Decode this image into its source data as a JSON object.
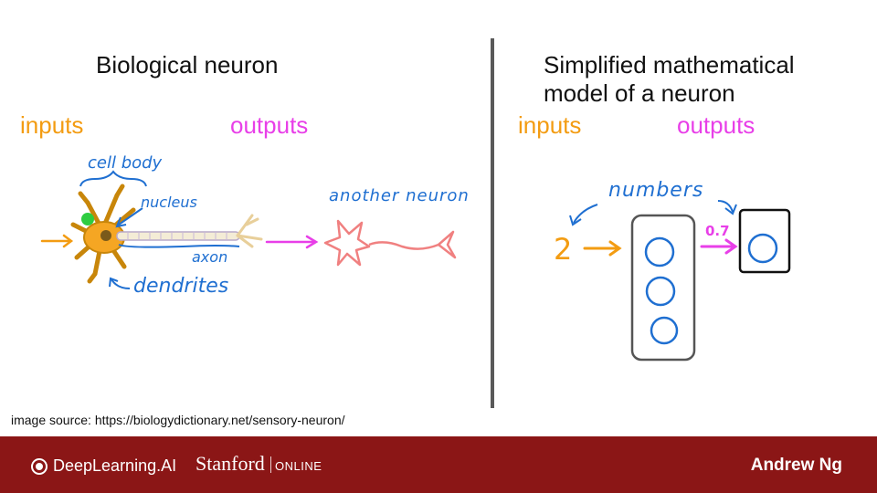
{
  "left": {
    "title": "Biological neuron",
    "inputs_label": "inputs",
    "outputs_label": "outputs",
    "annotations": {
      "cell_body": "cell body",
      "nucleus": "nucleus",
      "axon": "axon",
      "dendrites": "dendrites",
      "another_neuron": "another neuron"
    }
  },
  "right": {
    "title_line1": "Simplified mathematical",
    "title_line2": "model of a neuron",
    "inputs_label": "inputs",
    "outputs_label": "outputs",
    "numbers_label": "numbers",
    "input_value": "2",
    "output_value": "0.7"
  },
  "source_text": "image source: https://biologydictionary.net/sensory-neuron/",
  "footer": {
    "brand": "DeepLearning.AI",
    "stanford": "Stanford",
    "online": "ONLINE",
    "author": "Andrew Ng"
  },
  "colors": {
    "orange": "#f39c12",
    "magenta": "#e83fe8",
    "blue": "#1f6fd1",
    "footer_bg": "#8b1616",
    "neuron_red": "#f08080"
  }
}
